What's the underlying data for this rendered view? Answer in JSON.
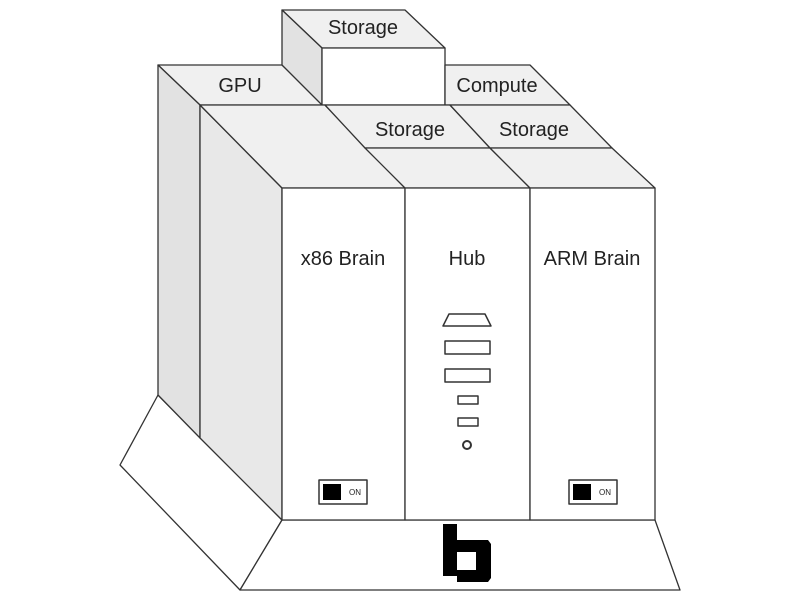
{
  "modules": {
    "storage_top": "Storage",
    "gpu": "GPU",
    "compute": "Compute",
    "storage_left": "Storage",
    "storage_right": "Storage"
  },
  "panels": {
    "x86": {
      "label": "x86 Brain",
      "switch_label": "ON"
    },
    "hub": {
      "label": "Hub"
    },
    "arm": {
      "label": "ARM Brain",
      "switch_label": "ON"
    }
  },
  "colors": {
    "stroke": "#333333",
    "panel_fill": "#ffffff",
    "top_fill": "#f0f0f0",
    "side_fill": "#e2e2e2",
    "logo": "#000000"
  },
  "logo": "logo-b-icon"
}
